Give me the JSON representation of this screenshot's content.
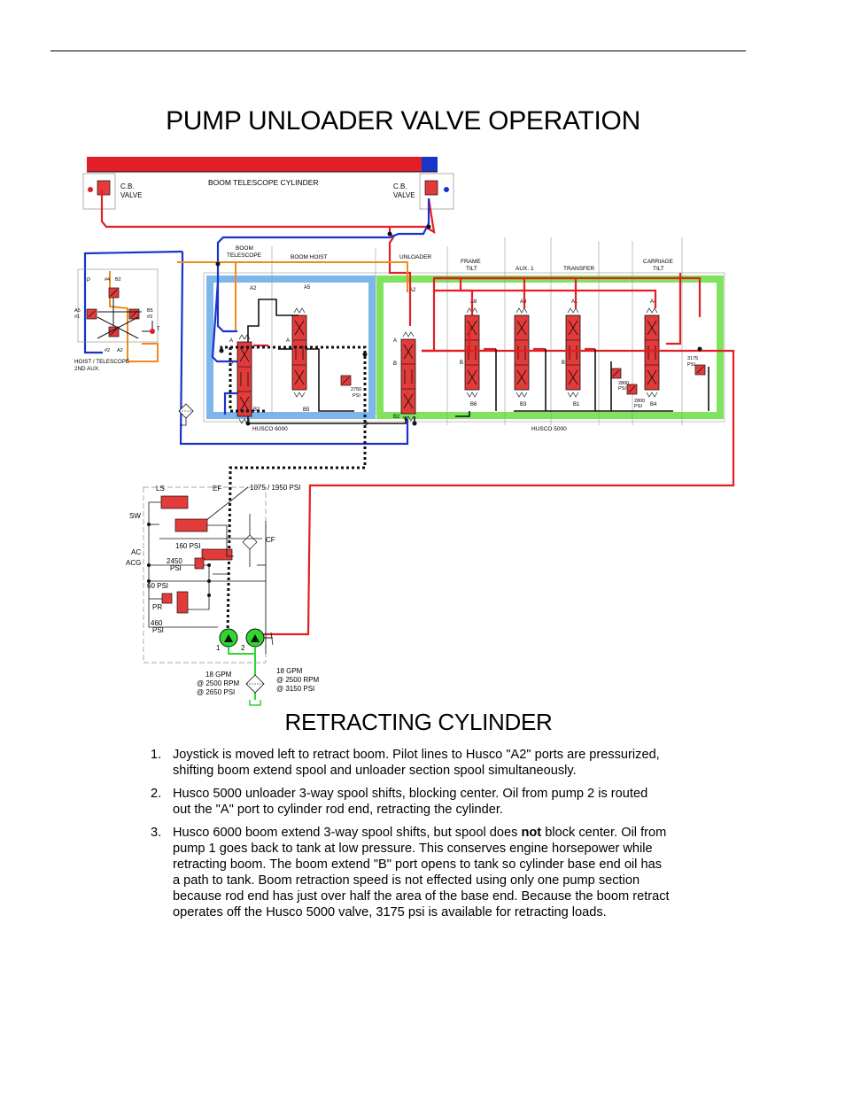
{
  "page_title": "PUMP UNLOADER VALVE OPERATION",
  "section_title": "RETRACTING CYLINDER",
  "diagram": {
    "boom_telescope_cylinder": "BOOM TELESCOPE CYLINDER",
    "cb_valve_left": [
      "C.B.",
      "VALVE"
    ],
    "cb_valve_right": [
      "C.B.",
      "VALVE"
    ],
    "section_boom_telescope": [
      "BOOM",
      "TELESCOPE"
    ],
    "section_boom_hoist": "BOOM HOIST",
    "section_unloader": "UNLOADER",
    "section_frame_tilt": [
      "FRAME",
      "TILT"
    ],
    "section_aux1": "AUX. 1",
    "section_transfer": "TRANSFER",
    "section_carriage_tilt": [
      "CARRIAGE",
      "TILT"
    ],
    "husco_6000": "HUSCO 6000",
    "husco_5000": "HUSCO 5000",
    "hoist_telescope_aux": [
      "HOIST / TELESCOPE",
      "2ND AUX."
    ],
    "port_a2": "A2",
    "port_a5": "A5",
    "port_b2": "B2",
    "port_b5": "B5",
    "port_a": "A",
    "port_b": "B",
    "port_p": "P",
    "port_t": "T",
    "ports_upper_5000": [
      "A6",
      "A3",
      "A1",
      "A4"
    ],
    "ports_lower_5000": [
      "B6",
      "B3",
      "B1",
      "B4"
    ],
    "psi_2750": [
      "2750",
      "PSI"
    ],
    "psi_3175": [
      "3175",
      "PSI"
    ],
    "psi_2800a": [
      "2800",
      "PSI"
    ],
    "psi_2800b": [
      "2800",
      "PSI"
    ],
    "joystick_labels": [
      "#4",
      "B2",
      "A5",
      "#1",
      "B5",
      "#3",
      "#2",
      "A2"
    ],
    "pump_ls": "LS",
    "pump_ef": "EF",
    "pump_1075": "1075 / 1950 PSI",
    "pump_sw": "SW",
    "pump_cf": "CF",
    "pump_ac": "AC",
    "pump_acg": "ACG",
    "pump_160": "160 PSI",
    "pump_2450": [
      "2450",
      "PSI"
    ],
    "pump_60": "60 PSI",
    "pump_pr": "PR",
    "pump_460": [
      "460",
      "PSI"
    ],
    "pump_1_label": "1",
    "pump_2_label": "2",
    "pump_1_spec": [
      "18 GPM",
      "@ 2500 RPM",
      "@ 2650 PSI"
    ],
    "pump_2_spec": [
      "18 GPM",
      "@ 2500 RPM",
      "@ 3150 PSI"
    ]
  },
  "steps": [
    {
      "number": "1.",
      "lines": [
        "Joystick is moved left to retract boom. Pilot lines to Husco \"A2\" ports are pressurized,",
        "shifting boom extend spool and unloader section spool simultaneously."
      ]
    },
    {
      "number": "2.",
      "lines": [
        "Husco 5000 unloader 3-way spool shifts, blocking center. Oil from pump 2 is routed",
        "out the \"A\" port to cylinder rod end, retracting the cylinder."
      ]
    },
    {
      "number": "3.",
      "before_bold": "Husco 6000 boom extend 3-way spool shifts, but spool does ",
      "bold": "not",
      "after_bold": " block center. Oil from",
      "lines": [
        "pump 1 goes back to tank at low pressure. This conserves engine horsepower while",
        "retracting boom. The boom extend \"B\" port opens to tank so cylinder base end oil has",
        "a path to tank. Boom retraction speed is not effected using only one pump section",
        "because rod end has just over half the area of the base end. Because the boom  retract",
        "operates off the Husco 5000 valve, 3175 psi is available for retracting loads."
      ]
    }
  ],
  "colors": {
    "pressure": "#e21f26",
    "return": "#1a33c9",
    "pilot": "#f08a1c",
    "husco6000_frame": "#7cb6ea",
    "husco5000_frame": "#7fe35d",
    "pump_fill": "#2fd62f",
    "valve_fill": "#e33a3a"
  }
}
